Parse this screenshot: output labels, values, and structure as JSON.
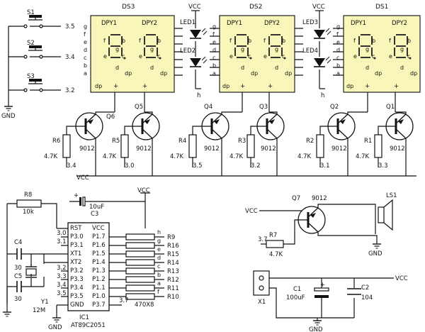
{
  "switches": [
    {
      "name": "S1",
      "net": "3.5"
    },
    {
      "name": "S2",
      "net": "3.4"
    },
    {
      "name": "S3",
      "net": "3.2"
    }
  ],
  "gnd": "GND",
  "vcc": "VCC",
  "displays": [
    {
      "name": "DS3",
      "digits": [
        "DPY1",
        "DPY2"
      ]
    },
    {
      "name": "DS2",
      "digits": [
        "DPY1",
        "DPY2"
      ]
    },
    {
      "name": "DS1",
      "digits": [
        "DPY1",
        "DPY2"
      ]
    }
  ],
  "segment_pins": [
    "g",
    "f",
    "e",
    "d",
    "c",
    "b",
    "a",
    "dp"
  ],
  "digit_segments": [
    "g",
    "f",
    "b",
    "e",
    "c",
    "d",
    "dp"
  ],
  "leds": [
    "LED1",
    "LED2",
    "LED3",
    "LED4"
  ],
  "led_node": "h",
  "plus": "+",
  "transistors": [
    {
      "name": "Q6",
      "type": "9012",
      "res": "R6",
      "val": "4.7K",
      "net": "3.4"
    },
    {
      "name": "Q5",
      "type": "9012",
      "res": "R5",
      "val": "4.7K",
      "net": "3.0"
    },
    {
      "name": "Q4",
      "type": "9012",
      "res": "R4",
      "val": "4.7K",
      "net": "3.5"
    },
    {
      "name": "Q3",
      "type": "9012",
      "res": "R3",
      "val": "4.7K",
      "net": "3.2"
    },
    {
      "name": "Q2",
      "type": "9012",
      "res": "R2",
      "val": "4.7K",
      "net": "3.1"
    },
    {
      "name": "Q1",
      "type": "9012",
      "res": "R1",
      "val": "4.7K",
      "net": "3.3"
    }
  ],
  "r8": {
    "name": "R8",
    "val": "10k"
  },
  "c3": {
    "name": "C3",
    "val": "10uF"
  },
  "c4": {
    "name": "C4",
    "val": "30"
  },
  "c5": {
    "name": "C5",
    "val": "30"
  },
  "y1": {
    "name": "Y1",
    "val": "12M"
  },
  "ic1": {
    "name": "IC1",
    "part": "AT89C2051",
    "left_pins": [
      "RST",
      "P3.0",
      "P3.1",
      "XT1",
      "XT2",
      "P3.2",
      "P3.3",
      "P3.4",
      "P3.5",
      "GND"
    ],
    "right_pins": [
      "VCC",
      "P1.7",
      "P1.6",
      "P1.5",
      "P1.4",
      "P1.3",
      "P1.2",
      "P1.1",
      "P1.0",
      "P3.7"
    ],
    "left_nets": [
      "3.0",
      "3.1",
      "3.2",
      "3.3",
      "3.4",
      "3.5"
    ],
    "right_nets": [
      "h",
      "g",
      "e",
      "d",
      "c",
      "b",
      "a",
      "f"
    ]
  },
  "res_array": {
    "names": [
      "R9",
      "R16",
      "R15",
      "R14",
      "R13",
      "R12",
      "R11",
      "R10"
    ],
    "val": "470X8",
    "net": "3.7"
  },
  "buzzer": {
    "q": "Q7",
    "type": "9012",
    "res": "R7",
    "val": "4.7K",
    "net": "3.7",
    "ls": "LS1"
  },
  "power": {
    "x": "X1",
    "c1": "C1",
    "c1v": "100uF",
    "c2": "C2",
    "c2v": "104"
  }
}
